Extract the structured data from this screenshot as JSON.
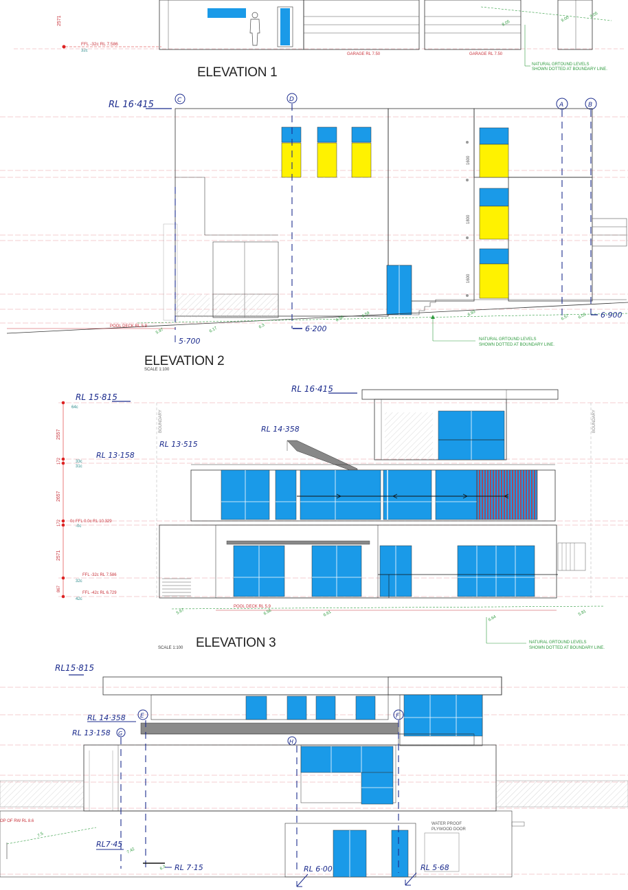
{
  "colors": {
    "glass": "#1a9ae8",
    "yellow": "#fff200",
    "red": "#d22",
    "green": "#2c9a3c",
    "pen": "#1a2a8c"
  },
  "icons": [
    "person-silhouette-icon",
    "arrow-icon"
  ],
  "elev1": {
    "title": "ELEVATION 1",
    "dim": "2571",
    "ffl": "FFL -32c RL 7.586",
    "c32": "32c",
    "garage1": "GARAGE RL 7.50",
    "garage2": "GARAGE RL 7.50",
    "lvl1": "8.05",
    "lvl2": "9.00",
    "lvl3": "9.05",
    "natural1": "NATURAL GRTOUND LEVELS",
    "natural2": "SHOWN DOTTED AT BOUNDARY LINE."
  },
  "elev2": {
    "title": "ELEVATION 2",
    "scale": "SCALE 1:100",
    "rl_top": "RL 16·415",
    "gC": "C",
    "gD": "D",
    "gA": "A",
    "gB": "B",
    "d1": "1600",
    "d2": "1800",
    "d3": "1600",
    "pool": "POOL DECK RL 5.9",
    "dim_a": "5·700",
    "dim_b": "6·200",
    "dim_c": "6·900",
    "l1": "5.97",
    "l2": "6.17",
    "l3": "6.3",
    "l4": "6.56",
    "l5": "6.59",
    "l6": "6.93",
    "l7": "6.57",
    "l8": "6.05",
    "natural1": "NATURAL GRTOUND LEVELS",
    "natural2": "SHOWN DOTTED AT BOUNDARY LINE."
  },
  "elev3": {
    "title": "ELEVATION 3",
    "scale": "SCALE 1:100",
    "rl_16": "RL 16·415",
    "rl_15": "RL 15·815",
    "rl_14": "RL 14·358",
    "rl_135": "RL 13·515",
    "rl_13": "RL 13·158",
    "c64": "64c",
    "d2557": "2557",
    "d172a": "172",
    "c33": "33c",
    "c31": "31c",
    "d2657": "2657",
    "d172b": "172",
    "ffl0": "0c FFL 0.0c RL 10.329",
    "c0": "-0c",
    "d2571": "2571",
    "ffl32": "FFL -32c RL 7.586",
    "c32": "32c",
    "d867": "867",
    "ffl42": "FFL -42c RL 6.729",
    "c42": "42c",
    "boundary1": "BOUNDARY",
    "boundary2": "BOUNDARY",
    "pool": "POOL DECK RL 5.9",
    "l1": "5.67",
    "l2": "6.56",
    "l3": "6.61",
    "l4": "6.64",
    "l5": "5.81",
    "natural1": "NATURAL GRTOUND LEVELS",
    "natural2": "SHOWN DOTTED AT BOUNDARY LINE."
  },
  "elev4": {
    "rl_15": "RL15·815",
    "rl_14": "RL 14·358",
    "gE1": "E",
    "gF": "F",
    "rl_13": "RL 13·158",
    "gG": "G",
    "gH": "H",
    "water1": "WATER PROOF",
    "water2": "PLYWOOD DOOR",
    "top_rw": "OP OF RW RL 8.6",
    "rl745": "RL7·45",
    "rl715": "RL 7·15",
    "rl600": "RL 6·00",
    "rl568": "RL 5·68",
    "l1": "7.5",
    "l2": "7.42",
    "l3": "6.3"
  }
}
